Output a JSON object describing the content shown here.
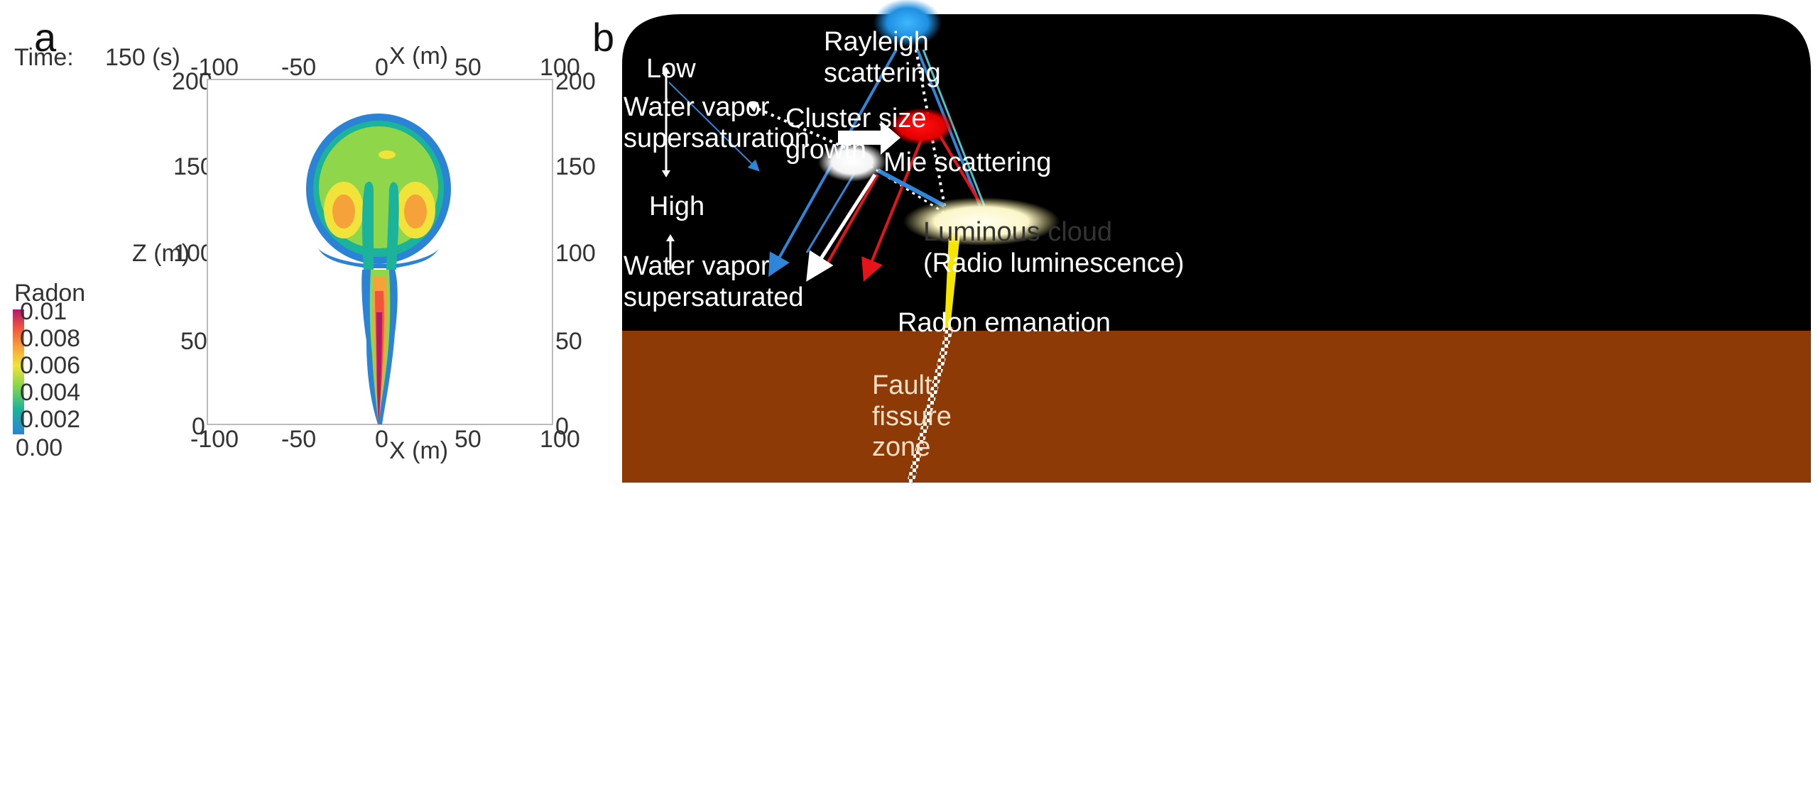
{
  "panel_a": {
    "letter": "a",
    "time_label": "Time:",
    "time_value": "150 (s)",
    "x_axis_label": "X (m)",
    "z_axis_label": "Z (m)",
    "x_ticks": [
      "-100",
      "-50",
      "0",
      "50",
      "100"
    ],
    "z_ticks": [
      "200",
      "150",
      "100",
      "50",
      "0"
    ],
    "legend": {
      "title": "Radon",
      "ticks": [
        "0.01",
        "0.008",
        "0.006",
        "0.004",
        "0.002",
        "0.00"
      ],
      "colors": [
        "#2b83d6",
        "#1bb39a",
        "#8fd64b",
        "#f1e33a",
        "#f6a23a",
        "#f2553d",
        "#b01b6e"
      ]
    },
    "chart_data": {
      "type": "heatmap",
      "title": "",
      "xlabel": "X (m)",
      "ylabel": "Z (m)",
      "xlim": [
        -100,
        100
      ],
      "ylim": [
        0,
        200
      ],
      "colorbar_label": "Radon",
      "colorbar_range": [
        0.0,
        0.01
      ],
      "time": "150 (s)"
    }
  },
  "panel_b": {
    "letter": "b",
    "labels": {
      "low": "Low",
      "water_vapor_supersaturation_1": "Water vapor",
      "water_vapor_supersaturation_2": "supersaturation",
      "high": "High",
      "water_vapor_supersaturated_1": "Water vapor",
      "water_vapor_supersaturated_2": "supersaturated",
      "rayleigh_1": "Rayleigh",
      "rayleigh_2": "scattering",
      "cluster_1": "Cluster size",
      "cluster_2": "growth",
      "mie": "Mie scattering",
      "luminous_1": "Luminous cloud",
      "luminous_2": "(Radio luminescence)",
      "radon_emanation": "Radon emanation",
      "fault_1": "Fault",
      "fault_2": "fissure",
      "fault_3": "zone"
    },
    "colors": {
      "sky": "#000000",
      "ground": "#8e3a06",
      "blue": "#2f86d8",
      "red": "#e6141a",
      "yellow": "#f5e600"
    }
  }
}
